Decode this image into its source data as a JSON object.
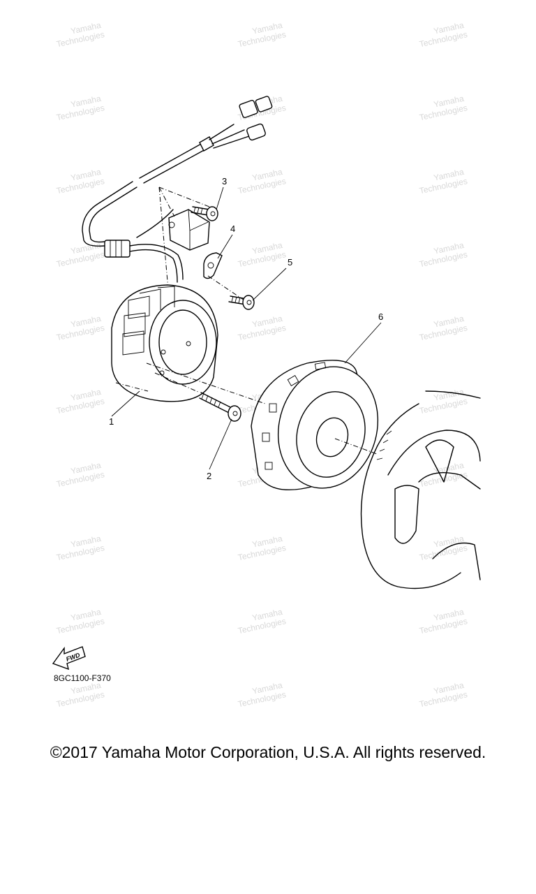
{
  "diagram": {
    "callouts": [
      "1",
      "2",
      "3",
      "4",
      "5",
      "6"
    ],
    "watermark_lines": [
      "Yamaha",
      "Technologies"
    ],
    "fwd_label": "FWD"
  },
  "part_code": "8GC1100-F370",
  "copyright": "©2017 Yamaha Motor Corporation, U.S.A. All rights reserved."
}
